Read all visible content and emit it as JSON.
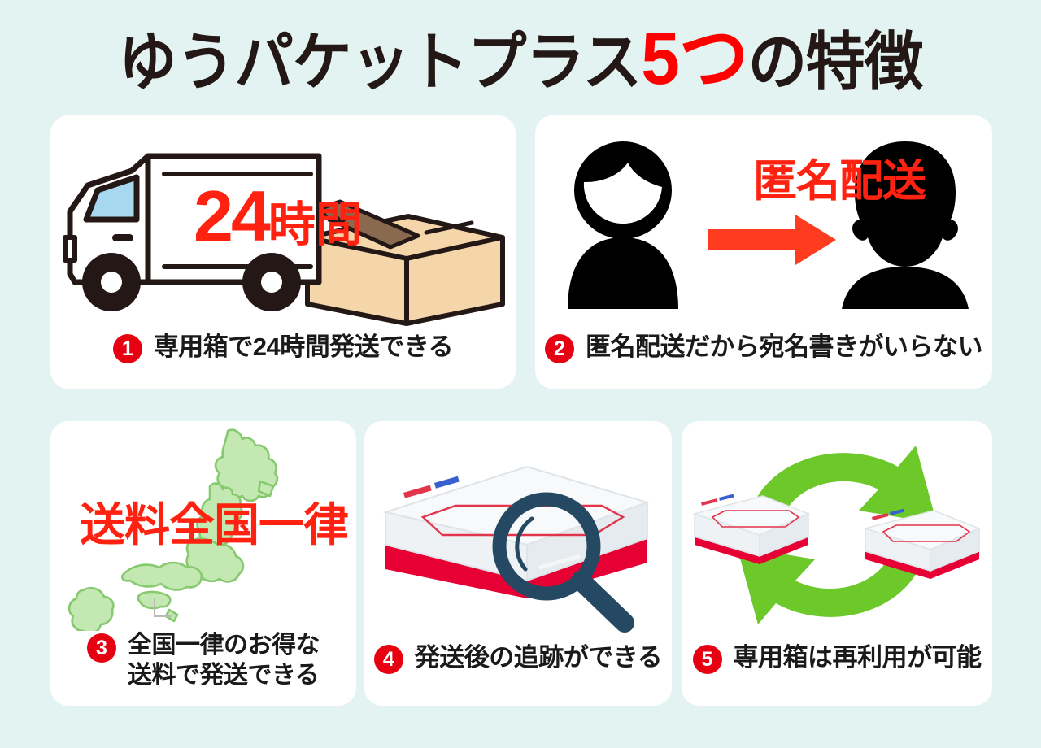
{
  "page": {
    "background_color": "#e3f3f1",
    "card_color": "#ffffff",
    "accent_red": "#ff0000",
    "badge_red": "#e60012",
    "text_color": "#1a1a1a"
  },
  "header": {
    "title_main": "ゆうパケットプラス",
    "title_accent": "5つ",
    "title_tail": "の特徴"
  },
  "cards": [
    {
      "number": "❶",
      "badge": "1",
      "caption": "専用箱で24時間発送できる",
      "overlay_label_big": "24",
      "overlay_label_small": "時間",
      "icons": [
        "delivery-truck-icon",
        "cardboard-box-icon"
      ],
      "colors": {
        "truck_window": "#a8d8ef",
        "box_body": "#f5d6aa",
        "box_tape": "#8a6a4f",
        "label": "#ff2211"
      }
    },
    {
      "number": "❷",
      "badge": "2",
      "caption": "匿名配送だから宛名書きがいらない",
      "overlay_label": "匿名配送",
      "icons": [
        "person-silhouette-icon",
        "right-arrow-icon",
        "person-silhouette-icon"
      ],
      "colors": {
        "silhouette": "#000000",
        "arrow": "#ff3b20",
        "label": "#ff2211"
      }
    },
    {
      "number": "❸",
      "badge": "3",
      "caption": "全国一律のお得な\n送料で発送できる",
      "overlay_label": "送料全国一律",
      "icons": [
        "japan-map-icon"
      ],
      "colors": {
        "map_fill": "#bfe5ae",
        "map_stroke": "#7fc468",
        "label": "#ff2211"
      }
    },
    {
      "number": "❹",
      "badge": "4",
      "caption": "発送後の追跡ができる",
      "icons": [
        "yu-packet-plus-box-icon",
        "magnifying-glass-icon"
      ],
      "colors": {
        "box_top": "#f4f6f8",
        "box_bottom": "#e60033",
        "glass": "#254963"
      }
    },
    {
      "number": "❺",
      "badge": "5",
      "caption": "専用箱は再利用が可能",
      "icons": [
        "recycle-arrows-icon",
        "yu-packet-plus-box-icon",
        "yu-packet-plus-box-icon"
      ],
      "colors": {
        "arrows": "#6dc82a",
        "box_top": "#f4f6f8",
        "box_bottom": "#e60033"
      }
    }
  ]
}
